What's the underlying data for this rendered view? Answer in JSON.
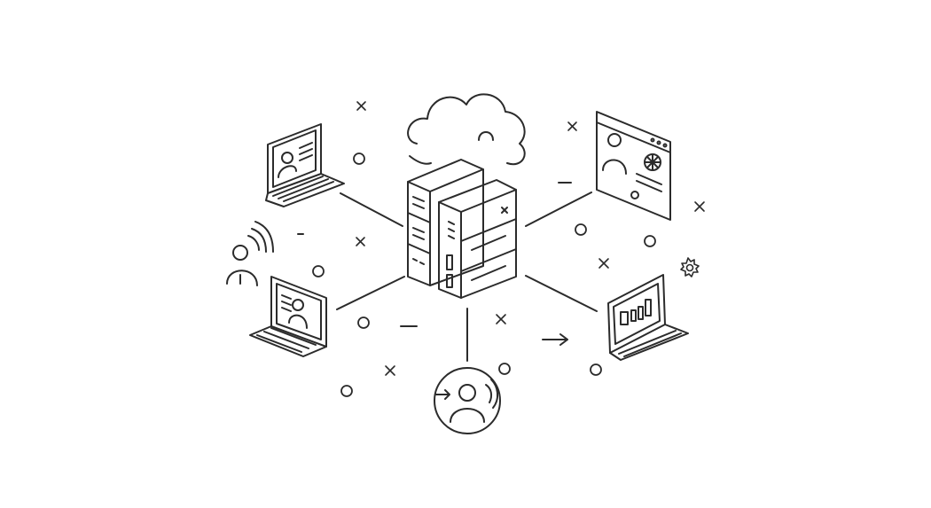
{
  "illustration": {
    "background": "#ffffff",
    "stroke_color": "#2b2b2b",
    "accent_fill": "#ffffff",
    "nodes": [
      {
        "id": "cloud",
        "icon": "cloud-icon"
      },
      {
        "id": "server-rack",
        "icon": "server-rack-icon"
      },
      {
        "id": "laptop-top-left",
        "icon": "laptop-profile-icon"
      },
      {
        "id": "laptop-bottom-left",
        "icon": "laptop-profile-icon"
      },
      {
        "id": "browser-window",
        "icon": "browser-profile-icon"
      },
      {
        "id": "laptop-chart",
        "icon": "laptop-bar-chart-icon"
      },
      {
        "id": "user-broadcast",
        "icon": "user-broadcast-icon"
      },
      {
        "id": "user-incoming",
        "icon": "user-circle-arrow-icon"
      }
    ],
    "decorations": [
      "sparkle-icon",
      "circle-dot",
      "dash-mark",
      "arrow-right-icon",
      "gear-icon"
    ]
  }
}
